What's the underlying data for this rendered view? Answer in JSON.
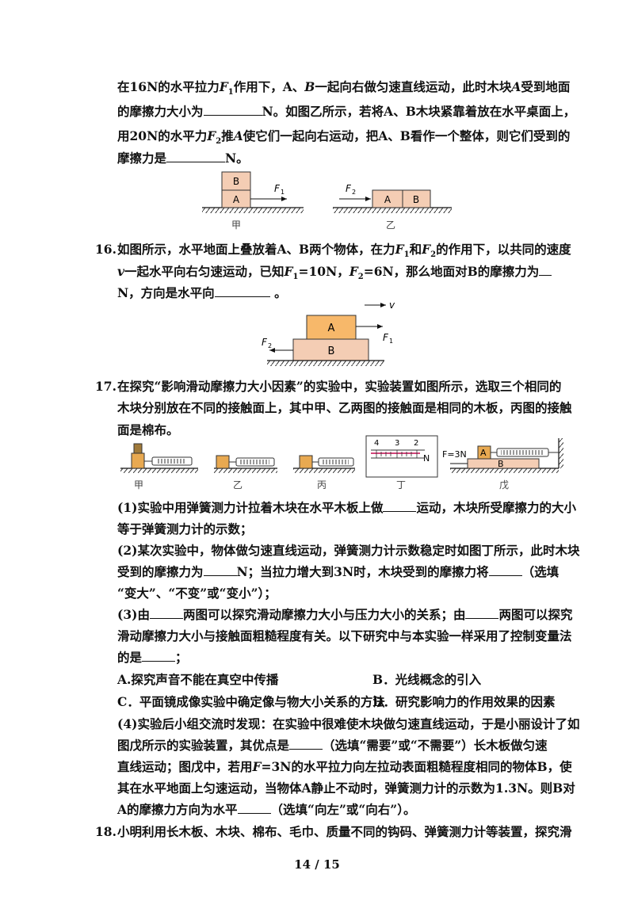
{
  "q15": {
    "line1": [
      "在16N的水平拉力",
      "F",
      "1",
      "作用下，A、",
      "B",
      "一起向右做匀速直线运动，此时木块",
      "A",
      "受到地面"
    ],
    "line2": [
      "的摩擦力大小为",
      "N。如图乙所示，若将A、B木块紧靠着放在水平桌面上，"
    ],
    "line3": [
      "用20N的水平力",
      "F",
      "2",
      "推",
      "A",
      "使它们一起向右运动，把A、B看作一个整体，则它们受到的"
    ],
    "line4": [
      "摩擦力是",
      "N。"
    ],
    "fig": {
      "top_block": "B",
      "bottom_block": "A",
      "force1": "F",
      "force1_sub": "1",
      "force2": "F",
      "force2_sub": "2",
      "label_a": "A",
      "label_b": "B",
      "caption_left": "甲",
      "caption_right": "乙"
    }
  },
  "q16": {
    "num": "16.",
    "line1": "如图所示，水平地面上叠放着A、B两个物体，在力",
    "line1b": [
      "F",
      "1",
      "和",
      "F",
      "2",
      "的作用下，以共同的速度"
    ],
    "line2": [
      "v",
      "一起水平向右匀速运动，已知",
      "F",
      "1",
      "=10N，",
      "F",
      "2",
      "=6N，那么地面对B的摩擦力为"
    ],
    "line3": [
      "N，方向是水平向",
      " 。"
    ],
    "fig": {
      "block_top": "A",
      "block_bottom": "B",
      "v": "v",
      "f1": "F",
      "f1_sub": "1",
      "f2": "F",
      "f2_sub": "2"
    }
  },
  "q17": {
    "num": "17.",
    "line1": "在探究“影响滑动摩擦力大小因素”的实验中，实验装置如图所示，选取三个相同的",
    "line2": "木块分别放在不同的接触面上，其中甲、乙两图的接触面是相同的木板，丙图的接触",
    "line3": "面是棉布。",
    "fig": {
      "captions": [
        "甲",
        "乙",
        "丙",
        "丁",
        "戊"
      ],
      "dial_ticks": [
        "4",
        "3",
        "2"
      ],
      "dial_unit": "N",
      "wu_force": "F=3N",
      "wu_a": "A",
      "wu_b": "B"
    },
    "p1a": "(1)实验中用弹簧测力计拉着木块在水平木板上做",
    "p1b": "运动，木块所受摩擦力的大小",
    "p1c": "等于弹簧测力计的示数；",
    "p2a": "(2)某次实验中，物体做匀速直线运动，弹簧测力计示数稳定时如图丁所示，此时木块",
    "p2b": "受到的摩擦力为",
    "p2c": "N；当拉力增大到3N时，木块受到的摩擦力将",
    "p2d": "（选填",
    "p2e": "“变大”、“不变”或“变小”）；",
    "p3a": "(3)由",
    "p3b": "两图可以探究滑动摩擦力大小与压力大小的关系；由",
    "p3c": "两图可以探究",
    "p3d": "滑动摩擦力大小与接触面粗糙程度有关。以下研究中与本实验一样采用了控制变量法",
    "p3e": "的是",
    "p3f": "；",
    "optA": "A.探究声音不能在真空中传播",
    "optB": "B．光线概念的引入",
    "optC": "C．平面镜成像实验中确定像与物大小关系的方法",
    "optD": "D．研究影响力的作用效果的因素",
    "p4a": "(4)实验后小组交流时发现：在实验中很难使木块做匀速直线运动，于是小丽设计了如",
    "p4b": "图戊所示的实验装置，其优点是",
    "p4c": "（选填“需要”或“不需要”）长木板做匀速",
    "p4d": [
      "直线运动；图戊中，若用",
      "F",
      "=3N的水平拉力向左拉动表面粗糙程度相同的物体B，使"
    ],
    "p4e": "其在水平地面上匀速运动，当物体A静止不动时，弹簧测力计的示数为1.3N。则B对",
    "p4f": "A的摩擦力方向为水平",
    "p4g": "（选填“向左”或“向右”）。"
  },
  "q18": {
    "num": "18.",
    "line1": "小明利用长木板、木块、棉布、毛巾、质量不同的钩码、弹簧测力计等装置，探究滑"
  },
  "footer": {
    "page": "14 / 15"
  }
}
